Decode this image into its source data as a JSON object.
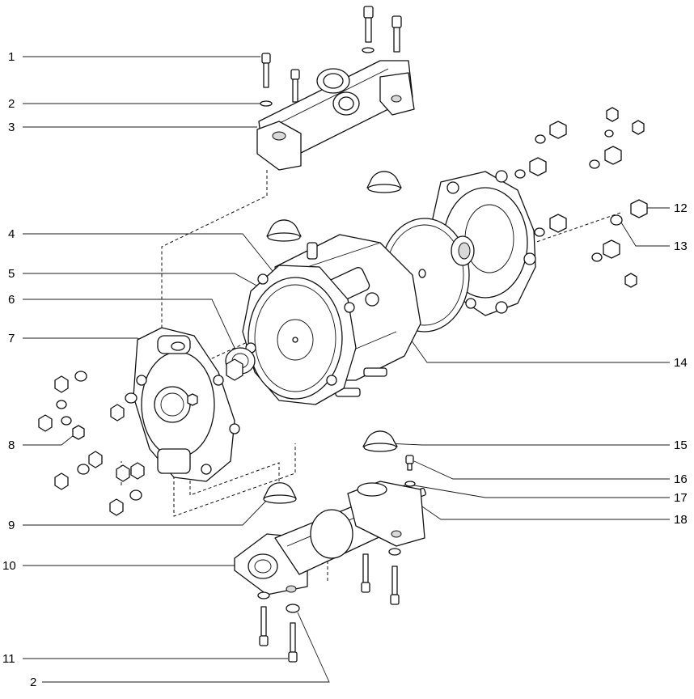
{
  "figure": {
    "callouts": [
      {
        "id": "c1",
        "label": "1"
      },
      {
        "id": "c2a",
        "label": "2"
      },
      {
        "id": "c3",
        "label": "3"
      },
      {
        "id": "c4",
        "label": "4"
      },
      {
        "id": "c5",
        "label": "5"
      },
      {
        "id": "c6",
        "label": "6"
      },
      {
        "id": "c7",
        "label": "7"
      },
      {
        "id": "c8",
        "label": "8"
      },
      {
        "id": "c9",
        "label": "9"
      },
      {
        "id": "c10",
        "label": "10"
      },
      {
        "id": "c11",
        "label": "11"
      },
      {
        "id": "c2b",
        "label": "2"
      },
      {
        "id": "c12",
        "label": "12"
      },
      {
        "id": "c13",
        "label": "13"
      },
      {
        "id": "c14",
        "label": "14"
      },
      {
        "id": "c15",
        "label": "15"
      },
      {
        "id": "c16",
        "label": "16"
      },
      {
        "id": "c17",
        "label": "17"
      },
      {
        "id": "c18",
        "label": "18"
      }
    ]
  }
}
